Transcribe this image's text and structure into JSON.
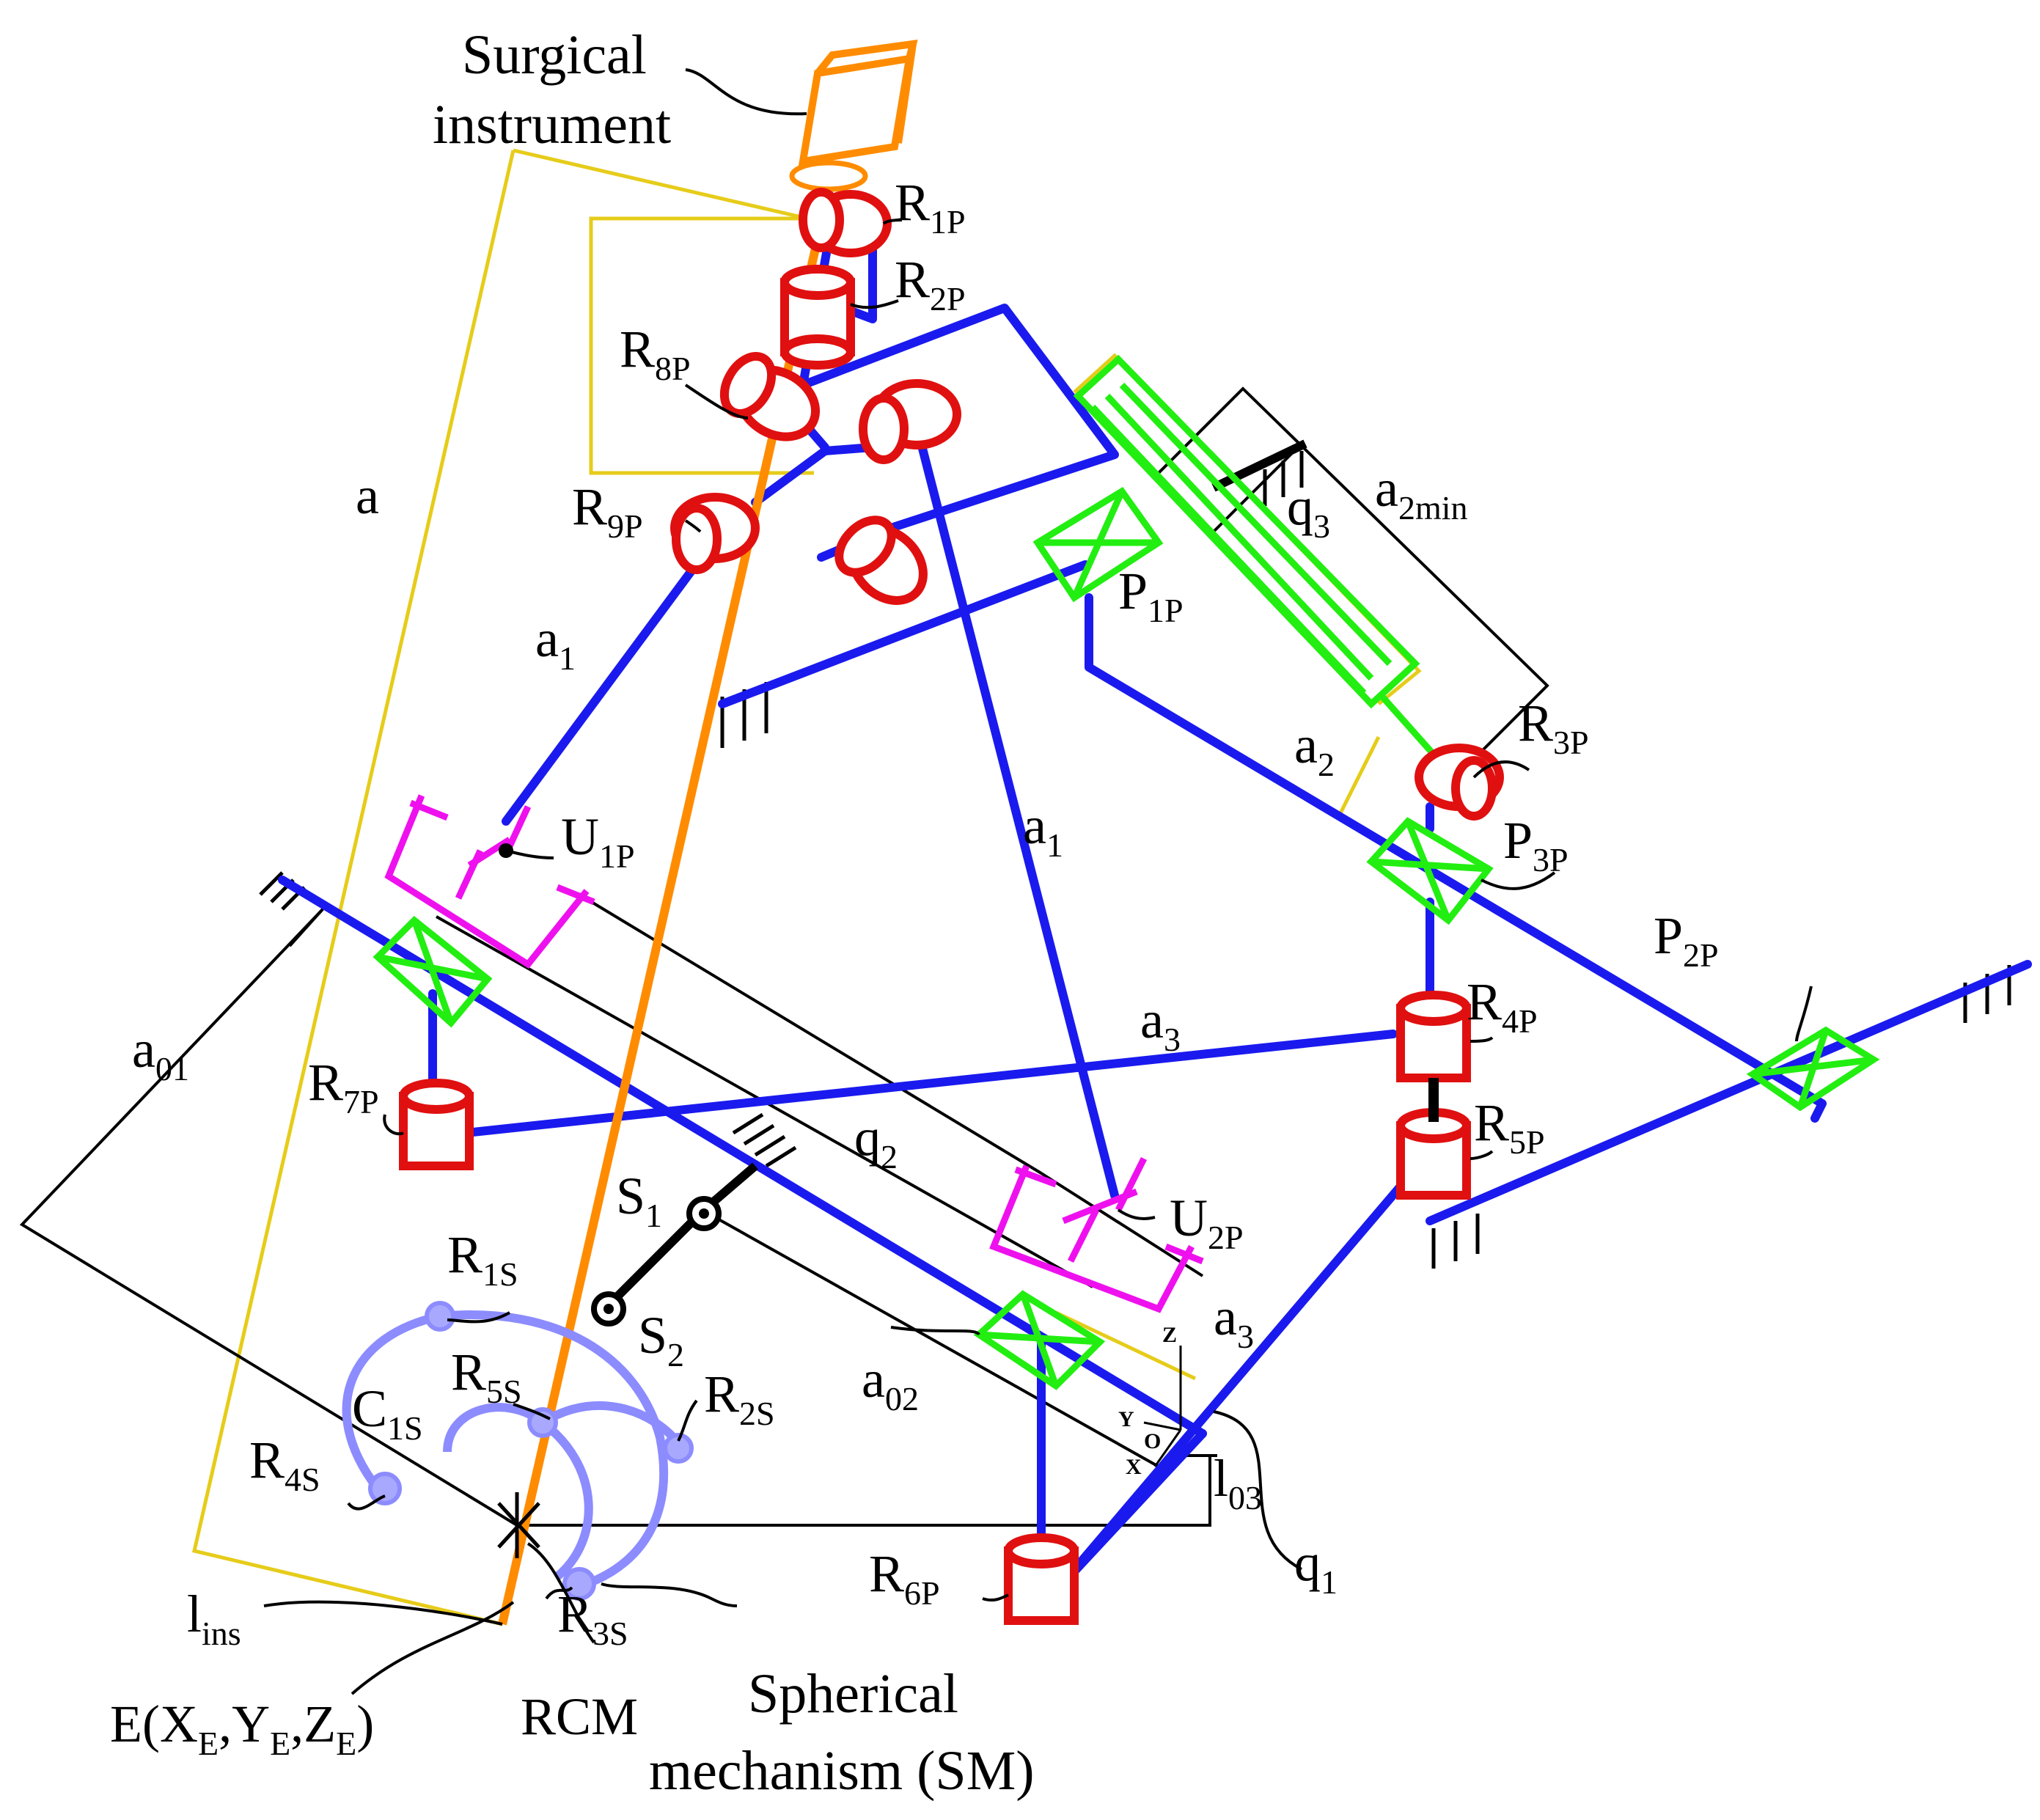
{
  "colors": {
    "links": "#1a1aee",
    "revolute": "#e01010",
    "prismatic": "#22ee11",
    "universal": "#ee11ee",
    "spherical": "#8c8cff",
    "instrument": "#ff8c00",
    "envelope": "#e6cc1a"
  },
  "labels": {
    "surgical_1": "Surgical",
    "surgical_2": "instrument",
    "spherical_1": "Spherical",
    "spherical_2": "mechanism (SM)",
    "rcm": "RCM",
    "a": "a",
    "a1_left": "a",
    "a1_left_sub": "1",
    "a1_right": "a",
    "a1_right_sub": "1",
    "a2": "a",
    "a2_sub": "2",
    "a2min": "a",
    "a2min_sub": "2min",
    "a3_top": "a",
    "a3_top_sub": "3",
    "a3_bot": "a",
    "a3_bot_sub": "3",
    "a01": "a",
    "a01_sub": "01",
    "a02": "a",
    "a02_sub": "02",
    "l03": "l",
    "l03_sub": "03",
    "lins": "l",
    "lins_sub": "ins",
    "q1": "q",
    "q1_sub": "1",
    "q2": "q",
    "q2_sub": "2",
    "q3": "q",
    "q3_sub": "3",
    "R1P": "R",
    "R1P_sub": "1P",
    "R2P": "R",
    "R2P_sub": "2P",
    "R3P": "R",
    "R3P_sub": "3P",
    "R4P": "R",
    "R4P_sub": "4P",
    "R5P": "R",
    "R5P_sub": "5P",
    "R6P": "R",
    "R6P_sub": "6P",
    "R7P": "R",
    "R7P_sub": "7P",
    "R8P": "R",
    "R8P_sub": "8P",
    "R9P": "R",
    "R9P_sub": "9P",
    "P1P": "P",
    "P1P_sub": "1P",
    "P2P": "P",
    "P2P_sub": "2P",
    "P3P": "P",
    "P3P_sub": "3P",
    "U1P": "U",
    "U1P_sub": "1P",
    "U2P": "U",
    "U2P_sub": "2P",
    "S1": "S",
    "S1_sub": "1",
    "S2": "S",
    "S2_sub": "2",
    "R1S": "R",
    "R1S_sub": "1S",
    "R2S": "R",
    "R2S_sub": "2S",
    "R3S": "R",
    "R3S_sub": "3S",
    "R4S": "R",
    "R4S_sub": "4S",
    "R5S": "R",
    "R5S_sub": "5S",
    "C1S": "C",
    "C1S_sub": "1S",
    "E_1": "E(X",
    "E_sub1": "E",
    "E_2": ",Y",
    "E_sub2": "E",
    "E_3": ",Z",
    "E_sub3": "E",
    "E_4": ")",
    "axis_z": "Z",
    "axis_y": "Y",
    "axis_x": "X",
    "axis_o": "O"
  }
}
